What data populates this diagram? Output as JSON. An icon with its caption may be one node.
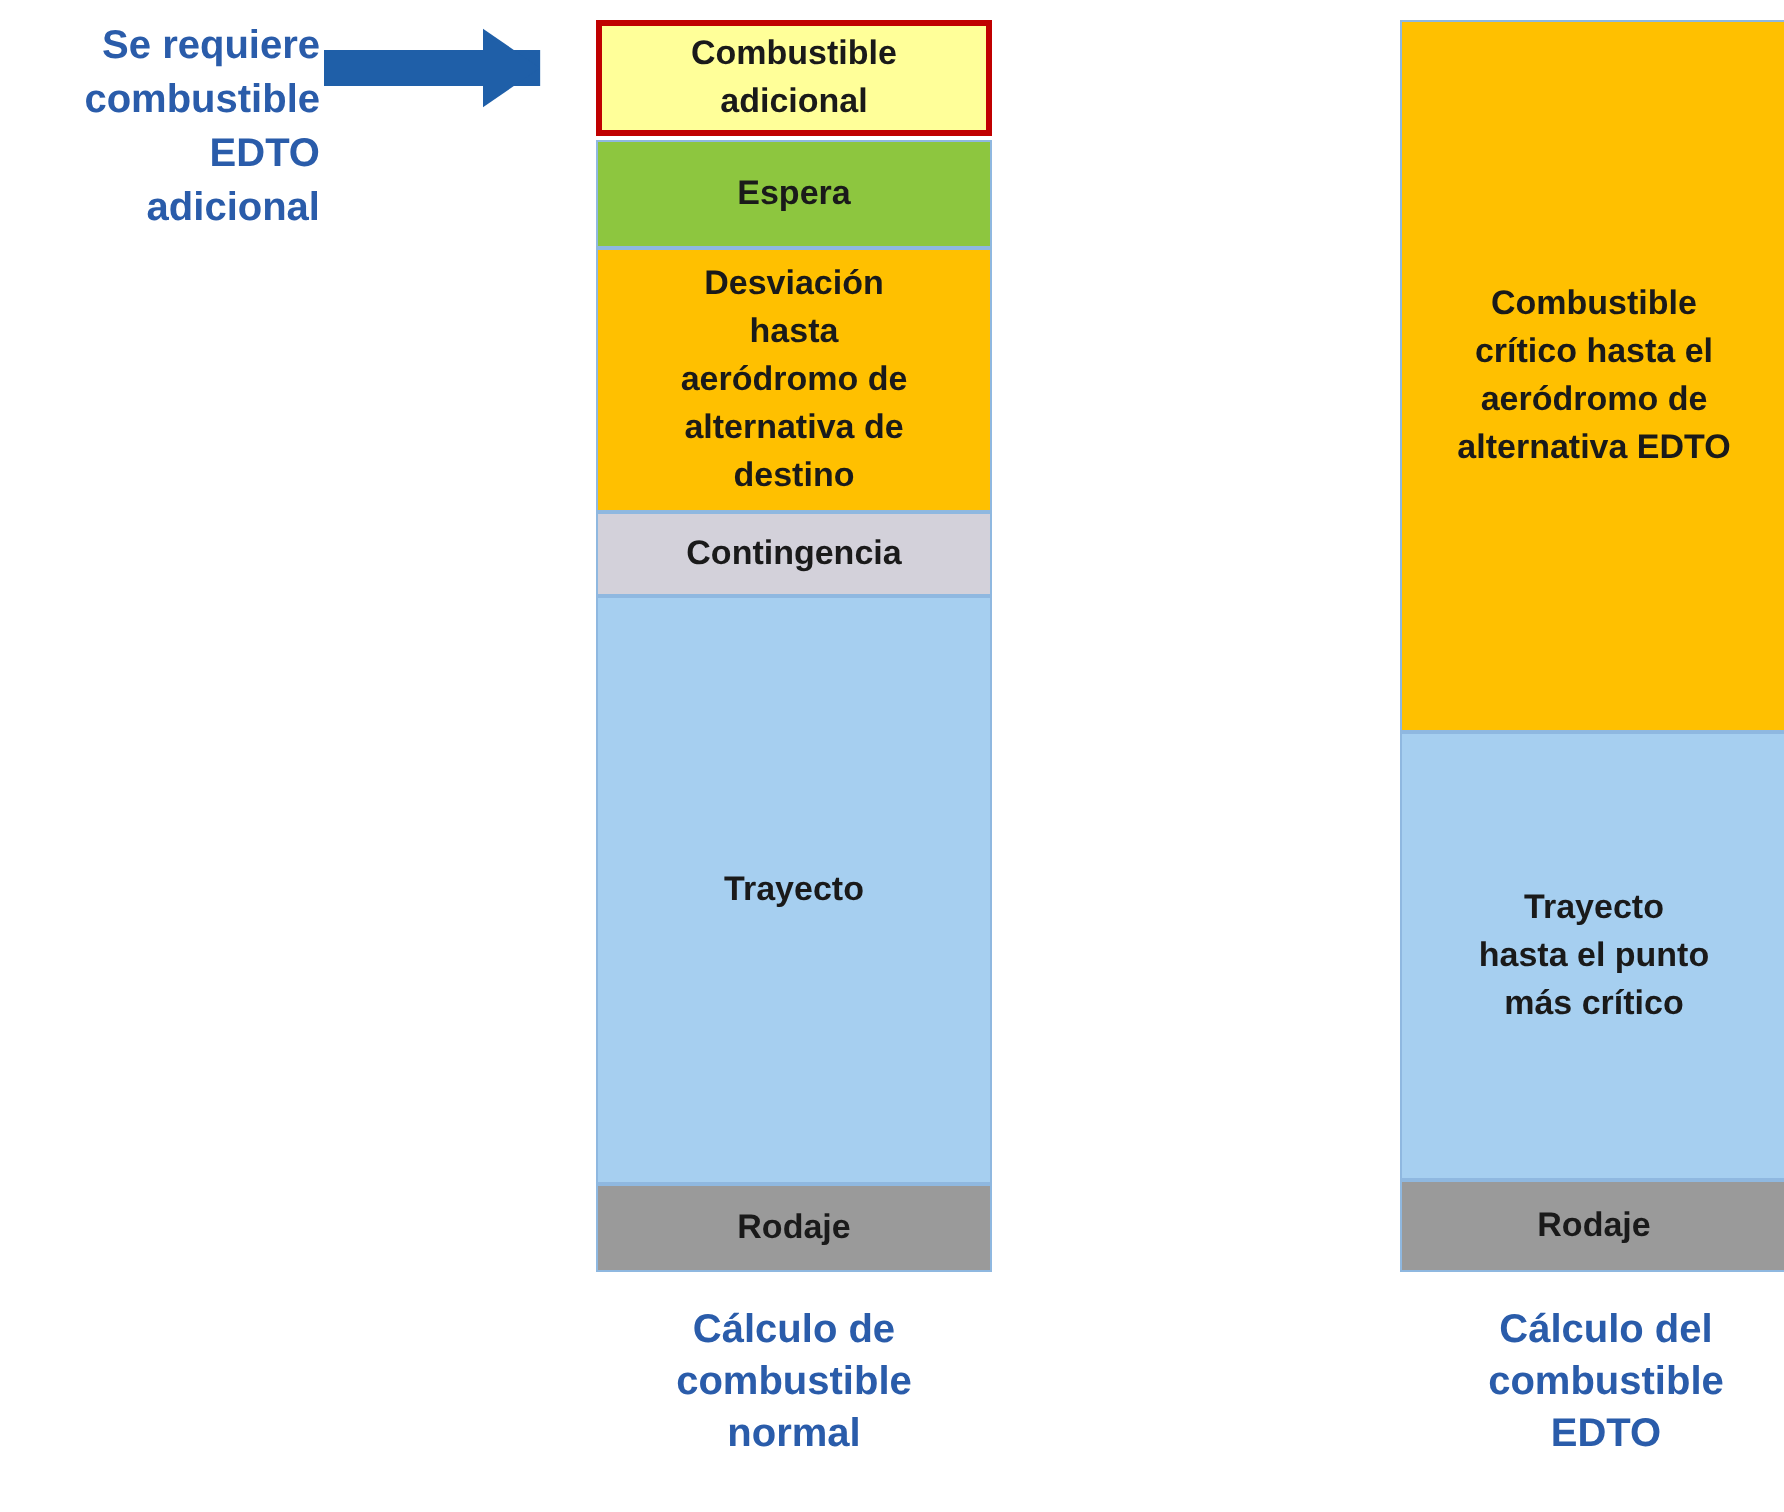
{
  "diagram": {
    "nodes": [
      {
        "text": [
          "Se requiere combustible EDTO adicional"
        ]
      },
      {
        "text": [
          "Combustible adicional"
        ]
      },
      {
        "text": [
          "Espera"
        ]
      },
      {
        "text": [
          "Desviación hasta aeródromo de alternativa de destino"
        ]
      },
      {
        "text": [
          "Contingencia"
        ]
      },
      {
        "text": [
          "Trayecto"
        ]
      },
      {
        "text": [
          "Rodaje"
        ]
      },
      {
        "text": [
          "Combustible crítico hasta el aeródromo de alternativa EDTO"
        ]
      },
      {
        "text": [
          "Trayecto hasta el punto más crítico"
        ]
      },
      {
        "text": [
          "Rodaje"
        ]
      }
    ],
    "edges": [
      {
        "from": 0,
        "to": 1,
        "arrow": "to"
      }
    ],
    "labels": [
      "Cálculo de combustible normal",
      "Cálculo del combustible EDTO"
    ]
  }
}
